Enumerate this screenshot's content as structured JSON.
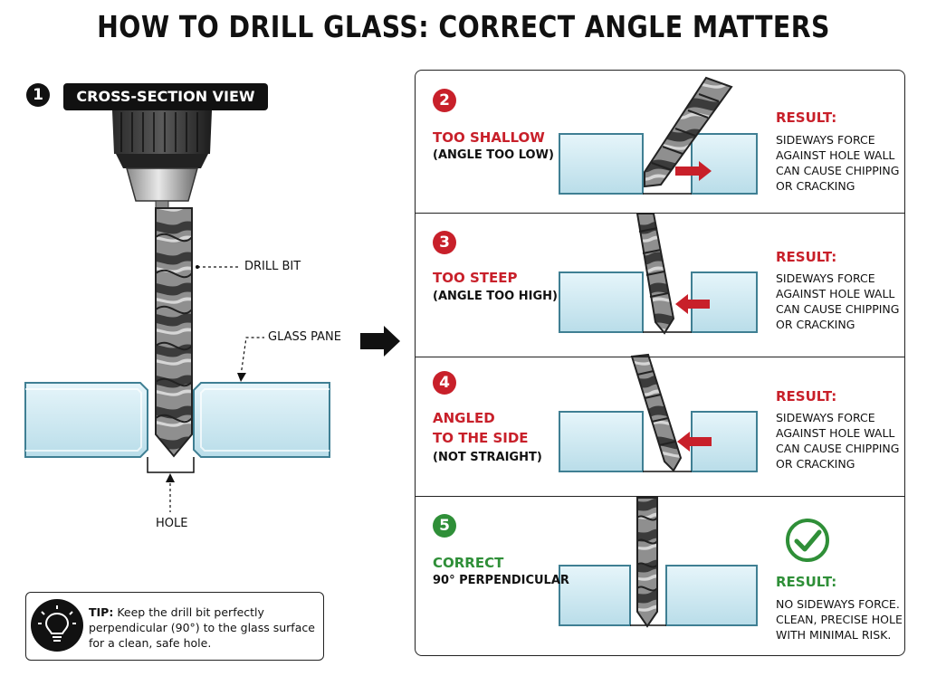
{
  "title": "HOW TO DRILL GLASS: CORRECT ANGLE MATTERS",
  "left_panel": {
    "number": "1",
    "label": "CROSS-SECTION VIEW",
    "callouts": {
      "drill_bit": "DRILL BIT",
      "glass_pane": "GLASS PANE",
      "hole": "HOLE"
    },
    "tip": {
      "prefix": "TIP:",
      "text": "Keep the drill bit perfectly perpendicular (90°) to the glass surface for a clean, safe hole."
    }
  },
  "cases": [
    {
      "number": "2",
      "title": "TOO SHALLOW",
      "subtitle": "(ANGLE TOO LOW)",
      "result_label": "RESULT:",
      "result_text": "SIDEWAYS FORCE AGAINST HOLE WALL CAN CAUSE CHIPPING OR CRACKING",
      "status": "bad"
    },
    {
      "number": "3",
      "title": "TOO STEEP",
      "subtitle": "(ANGLE TOO HIGH)",
      "result_label": "RESULT:",
      "result_text": "SIDEWAYS FORCE AGAINST HOLE WALL CAN CAUSE CHIPPING OR CRACKING",
      "status": "bad"
    },
    {
      "number": "4",
      "title_line1": "ANGLED",
      "title_line2": "TO THE SIDE",
      "subtitle": "(NOT STRAIGHT)",
      "result_label": "RESULT:",
      "result_text": "SIDEWAYS FORCE AGAINST HOLE WALL CAN CAUSE CHIPPING OR CRACKING",
      "status": "bad"
    },
    {
      "number": "5",
      "title": "CORRECT",
      "subtitle": "90° PERPENDICULAR",
      "result_label": "RESULT:",
      "result_text": "NO SIDEWAYS FORCE. CLEAN, PRECISE HOLE WITH MINIMAL RISK.",
      "status": "good"
    }
  ],
  "colors": {
    "bad": "#c8202a",
    "good": "#2f8f38",
    "glass": "#cfe9f2",
    "glass_edge": "#3f7f93"
  },
  "icons": {
    "transition_arrow": "arrow-right-icon",
    "check": "checkmark-circle-icon",
    "tip": "lightbulb-icon"
  }
}
